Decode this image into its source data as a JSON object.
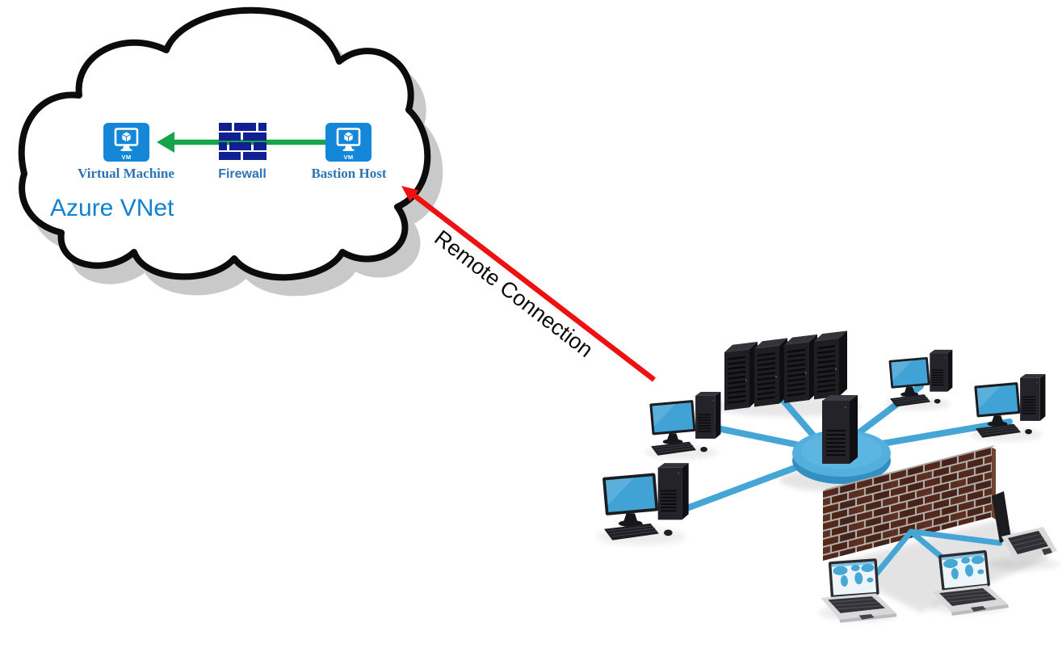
{
  "diagram": {
    "azure_cloud": {
      "title": "Azure VNet",
      "nodes": [
        {
          "label": "Virtual Machine",
          "icon": "azure-vm-icon",
          "badge": "VM"
        },
        {
          "label": "Firewall",
          "icon": "brick-firewall-icon",
          "badge": ""
        },
        {
          "label": "Bastion Host",
          "icon": "azure-vm-icon",
          "badge": "VM"
        }
      ],
      "flow_arrow": {
        "from": "Bastion Host",
        "to": "Virtual Machine",
        "color": "#17a34a"
      }
    },
    "remote_connection": {
      "label": "Remote Connection",
      "from": "on-premises network",
      "to": "Bastion Host",
      "arrow_color": "#ee1111"
    },
    "on_premises_network": {
      "components": [
        "server-rack",
        "hub-server",
        "desktop-computer",
        "desktop-computer",
        "desktop-computer",
        "desktop-computer",
        "brick-firewall-wall",
        "laptop-world-map",
        "laptop-world-map",
        "laptop-side-view"
      ],
      "link_color": "#45a6d6"
    }
  },
  "colors": {
    "azure_icon_blue": "#1487d8",
    "firewall_icon_navy": "#101f92",
    "node_label_blue": "#2e74b5",
    "title_blue": "#1081d1",
    "green_arrow": "#17a34a",
    "red_arrow": "#ee1111",
    "network_link_blue": "#45a6d6",
    "brick_brown": "#54291c",
    "mortar_gray": "#b3b0ad",
    "cloud_outline": "#0c0c0c",
    "cloud_shadow": "#c9c9c9"
  }
}
